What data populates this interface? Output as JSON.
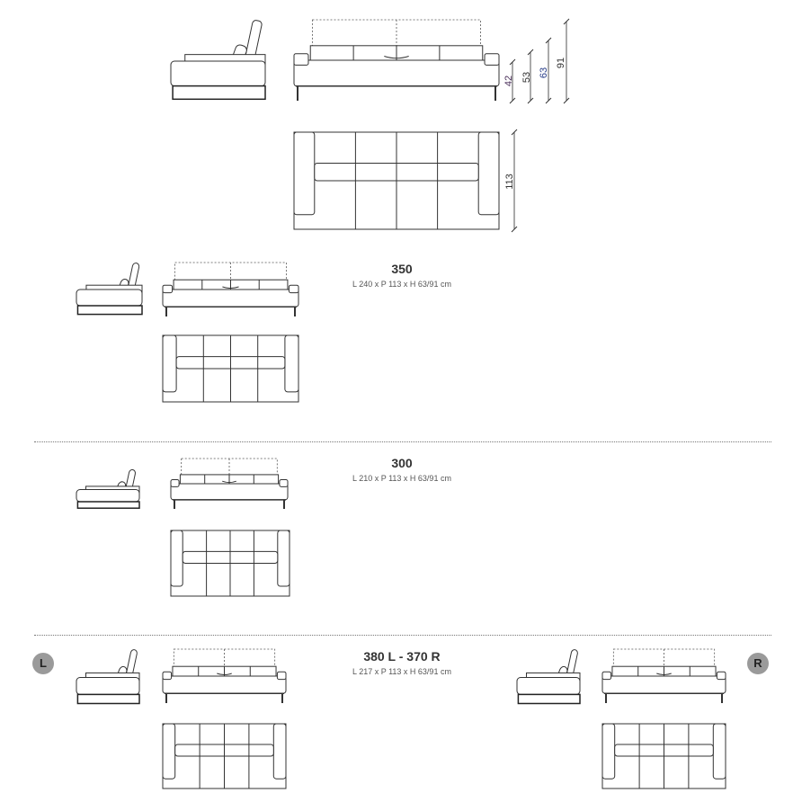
{
  "dimensions": {
    "heights": [
      {
        "label": "42",
        "color": "#4a2f5a"
      },
      {
        "label": "53",
        "color": "#333333"
      },
      {
        "label": "63",
        "color": "#2a3f8a"
      },
      {
        "label": "91",
        "color": "#333333"
      }
    ],
    "depth": {
      "label": "113",
      "color": "#333333"
    }
  },
  "models": [
    {
      "name": "350",
      "dims": "L 240 x P 113 x H 63/91 cm"
    },
    {
      "name": "300",
      "dims": "L 210 x P 113 x H 63/91 cm"
    },
    {
      "name": "380 L - 370 R",
      "dims": "L 217 x P 113 x H 63/91 cm"
    }
  ],
  "badges": {
    "left": "L",
    "right": "R"
  }
}
